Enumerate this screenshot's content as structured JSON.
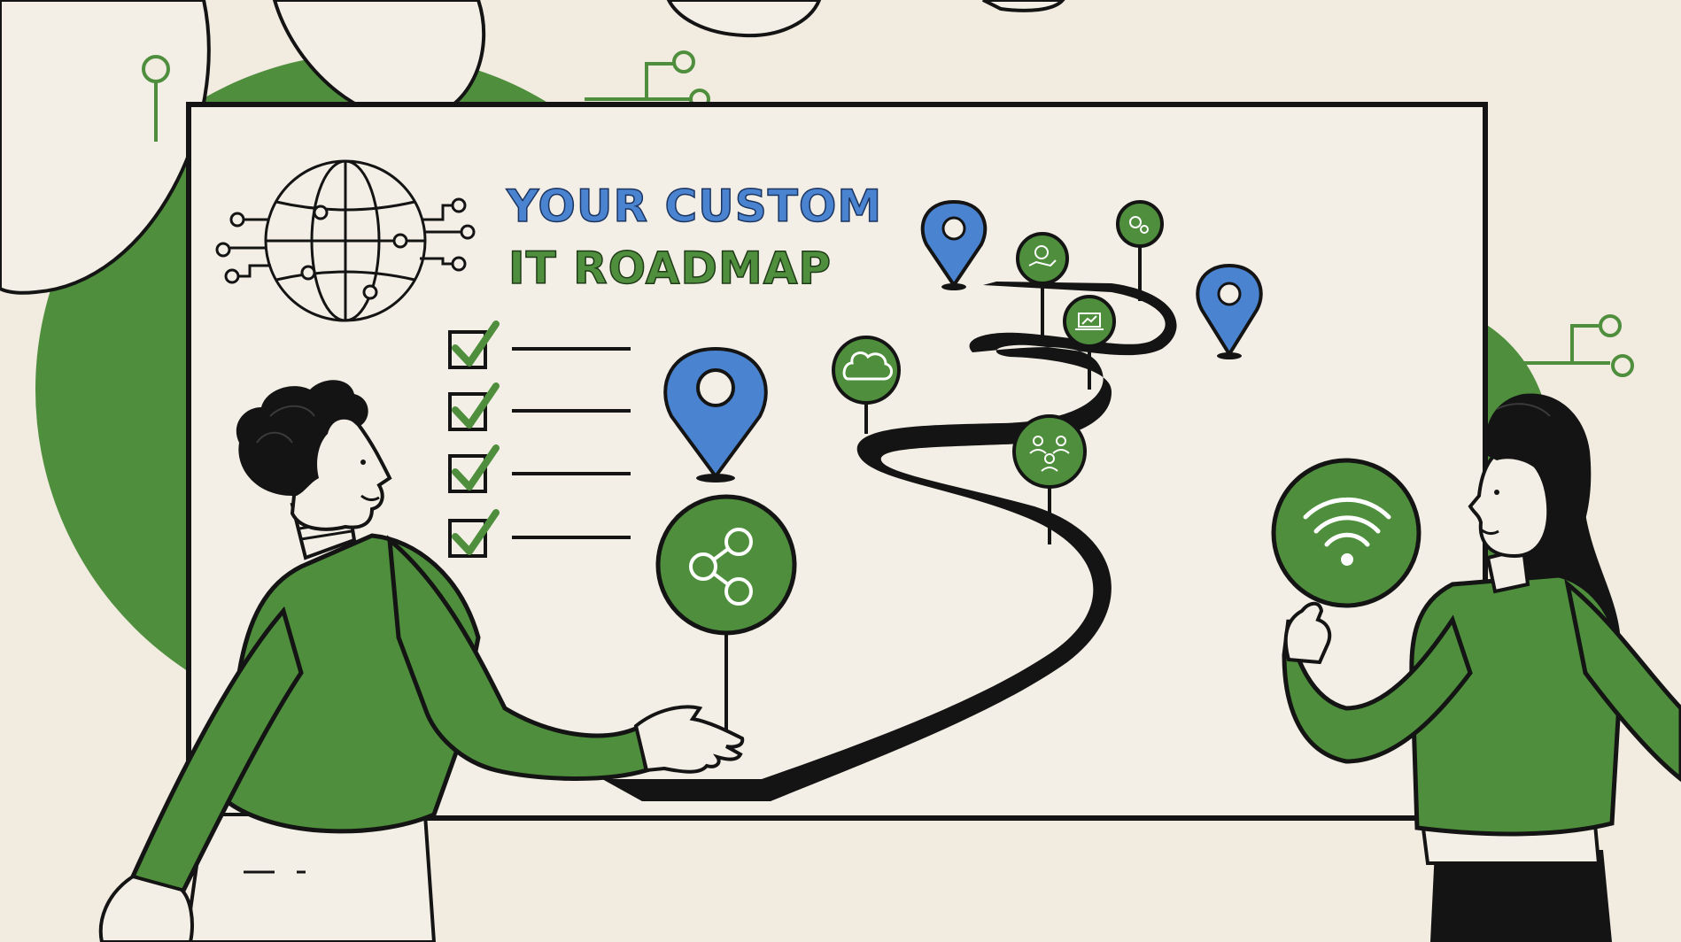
{
  "title": {
    "line1": "YOUR CUSTOM",
    "line2": "IT ROADMAP"
  },
  "colors": {
    "background": "#f1ebe0",
    "board": "#f3efe6",
    "green": "#4e8e3c",
    "blue": "#4a83d0",
    "ink": "#141414"
  },
  "icons": {
    "globe": "globe-network-icon",
    "checklist": "checkbox-checked-icon",
    "pins": "location-pin-icon",
    "share": "share-icon",
    "cloud": "cloud-icon",
    "gear": "gear-icon",
    "hand": "hand-gear-icon",
    "laptop": "laptop-chart-icon",
    "team": "team-icon",
    "wifi": "wifi-icon"
  },
  "checklist_count": 4
}
